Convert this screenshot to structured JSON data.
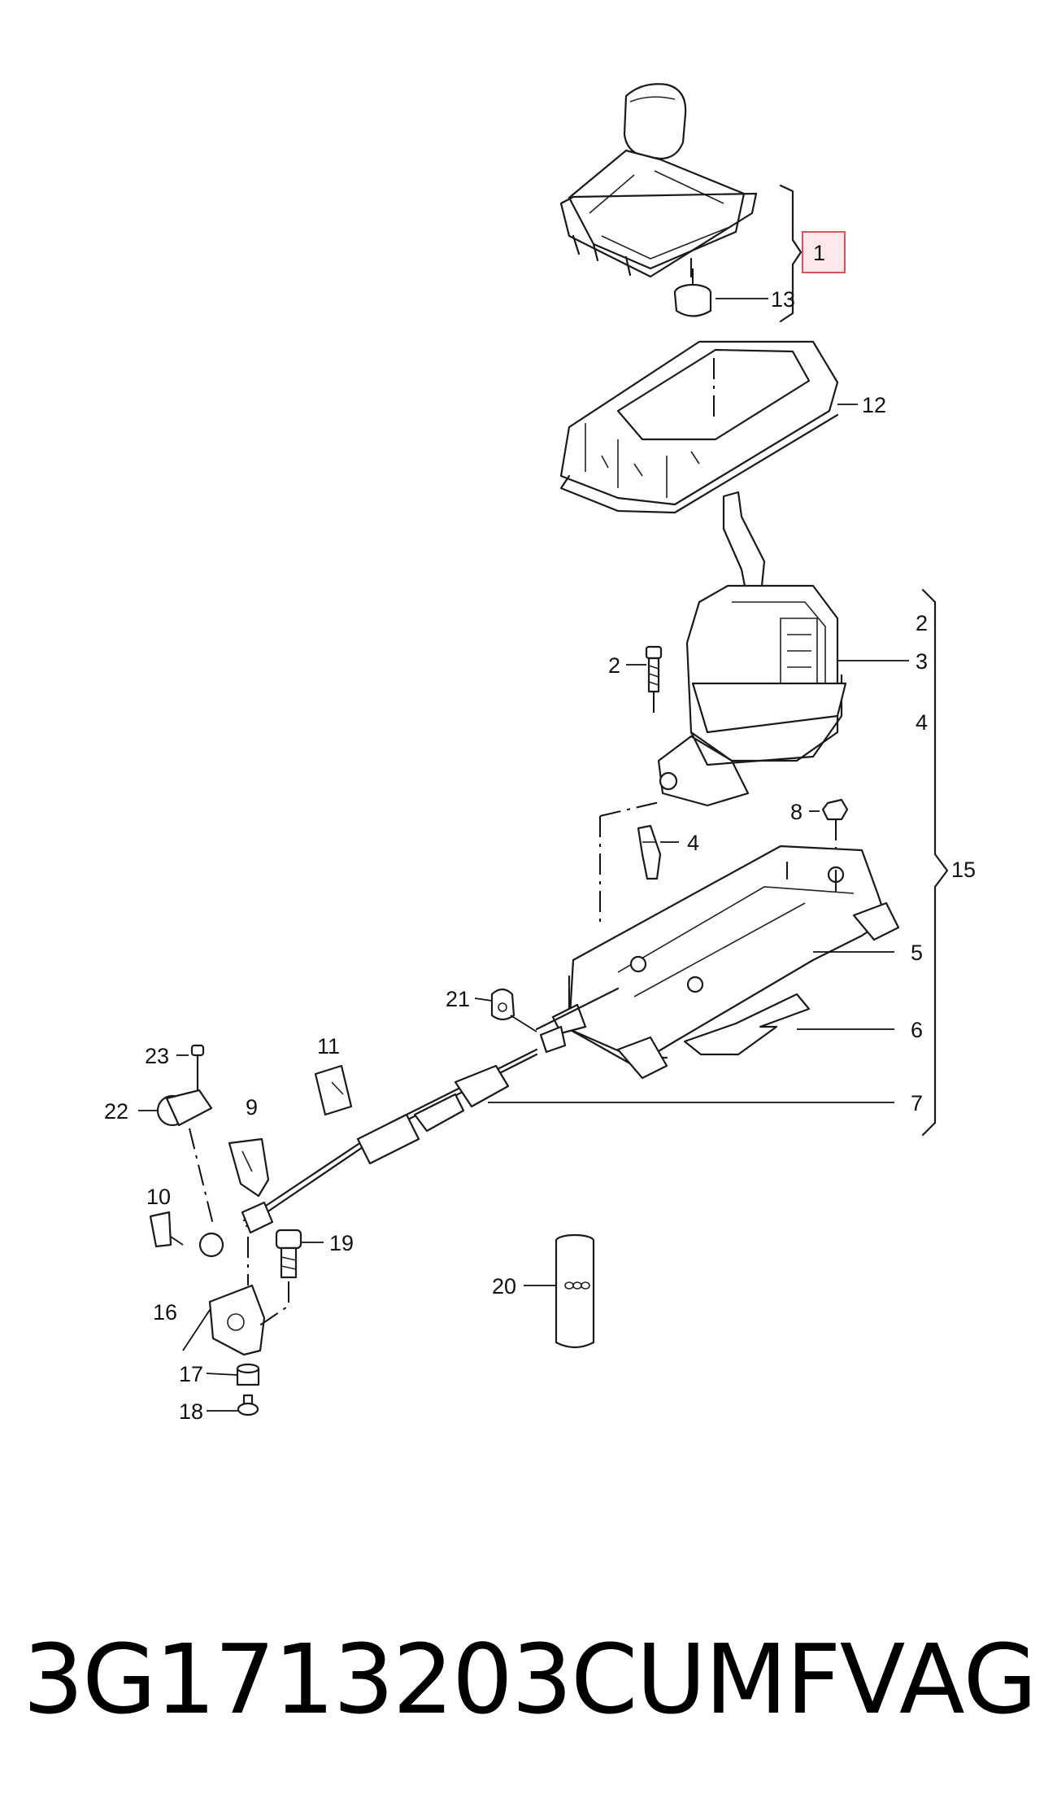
{
  "callouts": {
    "c1": "1",
    "c2a": "2",
    "c2b": "2",
    "c3": "3",
    "c4a": "4",
    "c4b": "4",
    "c5": "5",
    "c6": "6",
    "c7": "7",
    "c8": "8",
    "c9": "9",
    "c10": "10",
    "c11": "11",
    "c12": "12",
    "c13": "13",
    "c15": "15",
    "c16": "16",
    "c17": "17",
    "c18": "18",
    "c19": "19",
    "c20": "20",
    "c21": "21",
    "c22": "22",
    "c23": "23"
  },
  "footer": {
    "part_number": "3G1713203CUMF",
    "brand": "VAG"
  },
  "colors": {
    "highlight_fill": "#fde8ea",
    "highlight_stroke": "#e0505a"
  }
}
